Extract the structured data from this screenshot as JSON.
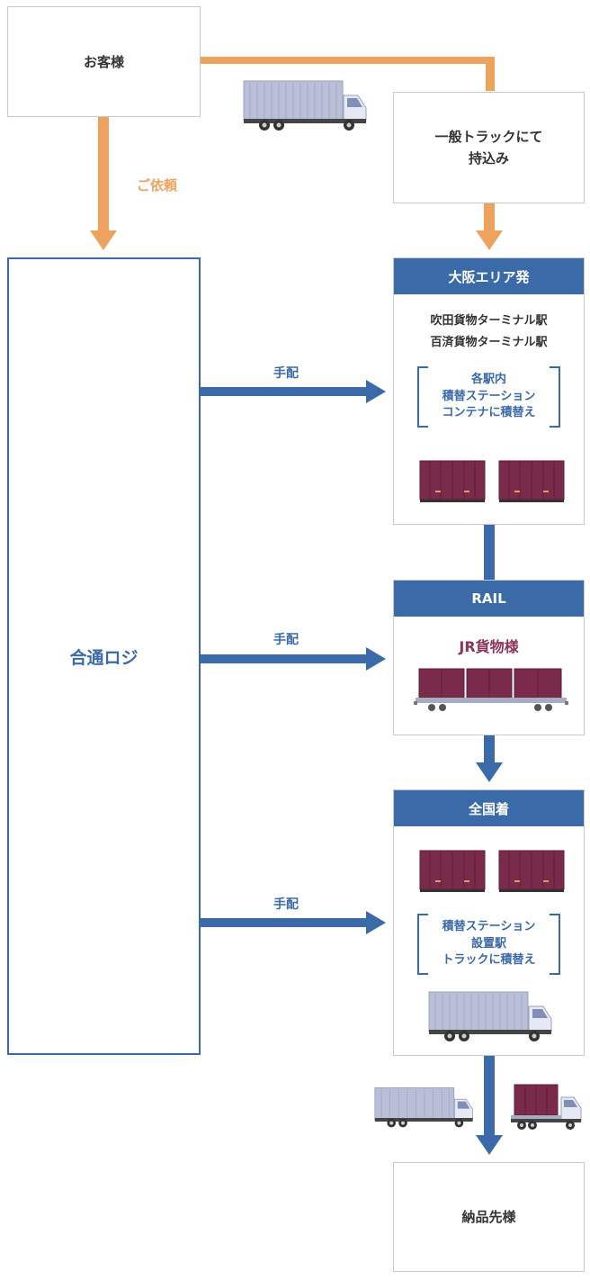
{
  "customer": {
    "label": "お客様"
  },
  "request_label": "ご依頼",
  "general_truck": {
    "line1": "一般トラックにて",
    "line2": "持込み"
  },
  "goutsu": {
    "label": "合通ロジ"
  },
  "arrange_label": "手配",
  "osaka": {
    "header": "大阪エリア発",
    "station1": "吹田貨物ターミナル駅",
    "station2": "百済貨物ターミナル駅",
    "bracket": [
      "各駅内",
      "積替ステーション",
      "コンテナに積替え"
    ]
  },
  "rail": {
    "header": "RAIL",
    "operator": "JR貨物様"
  },
  "national": {
    "header": "全国着",
    "bracket": [
      "積替ステーション",
      "設置駅",
      "トラックに積替え"
    ]
  },
  "delivery": {
    "label": "納品先様"
  },
  "colors": {
    "blue": "#3a6aa8",
    "orange": "#eda35e",
    "container": "#7a2a4a"
  },
  "icons": [
    "truck-icon",
    "container-icon",
    "freight-train-icon",
    "container-truck-icon"
  ]
}
